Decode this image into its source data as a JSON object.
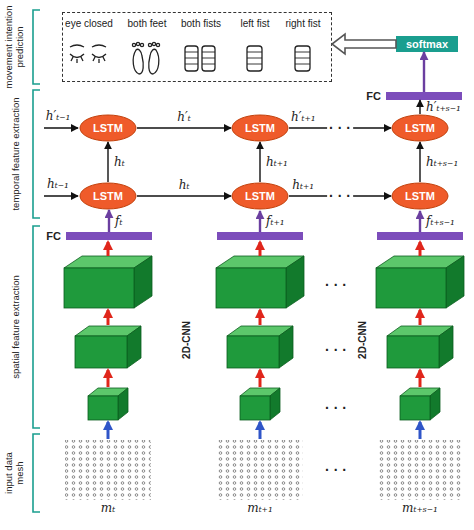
{
  "diagram": {
    "nodes": [
      {
        "text": [
          "eye closed",
          "both feet",
          "both fists",
          "left fist",
          "right fist"
        ]
      },
      {
        "text": [
          "softmax"
        ]
      },
      {
        "text": [
          "FC"
        ]
      },
      {
        "text": [
          "LSTM"
        ]
      },
      {
        "text": [
          "LSTM"
        ]
      },
      {
        "text": [
          "LSTM"
        ]
      },
      {
        "text": [
          "LSTM"
        ]
      },
      {
        "text": [
          "LSTM"
        ]
      },
      {
        "text": [
          "LSTM"
        ]
      },
      {
        "text": [
          "FC"
        ]
      },
      {
        "text": [
          "mₜ"
        ]
      },
      {
        "text": [
          "mₜ₊₁"
        ]
      },
      {
        "text": [
          "mₜ₊ₛ₋₁"
        ]
      }
    ],
    "edges": [
      {
        "from": 1,
        "to": 0,
        "arrow": "to"
      },
      {
        "from": 2,
        "to": 1,
        "arrow": "to"
      },
      {
        "from": 5,
        "to": 2,
        "arrow": "to",
        "label": "h′ₜ₊ₛ₋₁"
      },
      {
        "from": 3,
        "to": 4,
        "arrow": "to",
        "label": "h′ₜ"
      },
      {
        "from": 4,
        "to": 5,
        "arrow": "to",
        "label": "h′ₜ₊₁"
      },
      {
        "from": 6,
        "to": 3,
        "arrow": "to",
        "label": "hₜ"
      },
      {
        "from": 7,
        "to": 4,
        "arrow": "to",
        "label": "hₜ₊₁"
      },
      {
        "from": 8,
        "to": 5,
        "arrow": "to",
        "label": "hₜ₊ₛ₋₁"
      },
      {
        "from": 6,
        "to": 7,
        "arrow": "to",
        "label": "hₜ"
      },
      {
        "from": 7,
        "to": 8,
        "arrow": "to",
        "label": "hₜ₊₁"
      },
      {
        "from": 9,
        "to": 6,
        "arrow": "to",
        "label": "fₜ"
      }
    ],
    "labels": [
      "movement intention prediction",
      "temporal feature extraction",
      "spatial feature extraction",
      "input data mesh",
      "h′ₜ₋₁",
      "hₜ₋₁",
      "fₜ₊₁",
      "fₜ₊ₛ₋₁",
      "2D-CNN",
      "2D-CNN",
      "· · ·",
      "· · ·",
      "· · ·",
      "· · ·",
      "· · ·",
      "· · ·"
    ]
  }
}
